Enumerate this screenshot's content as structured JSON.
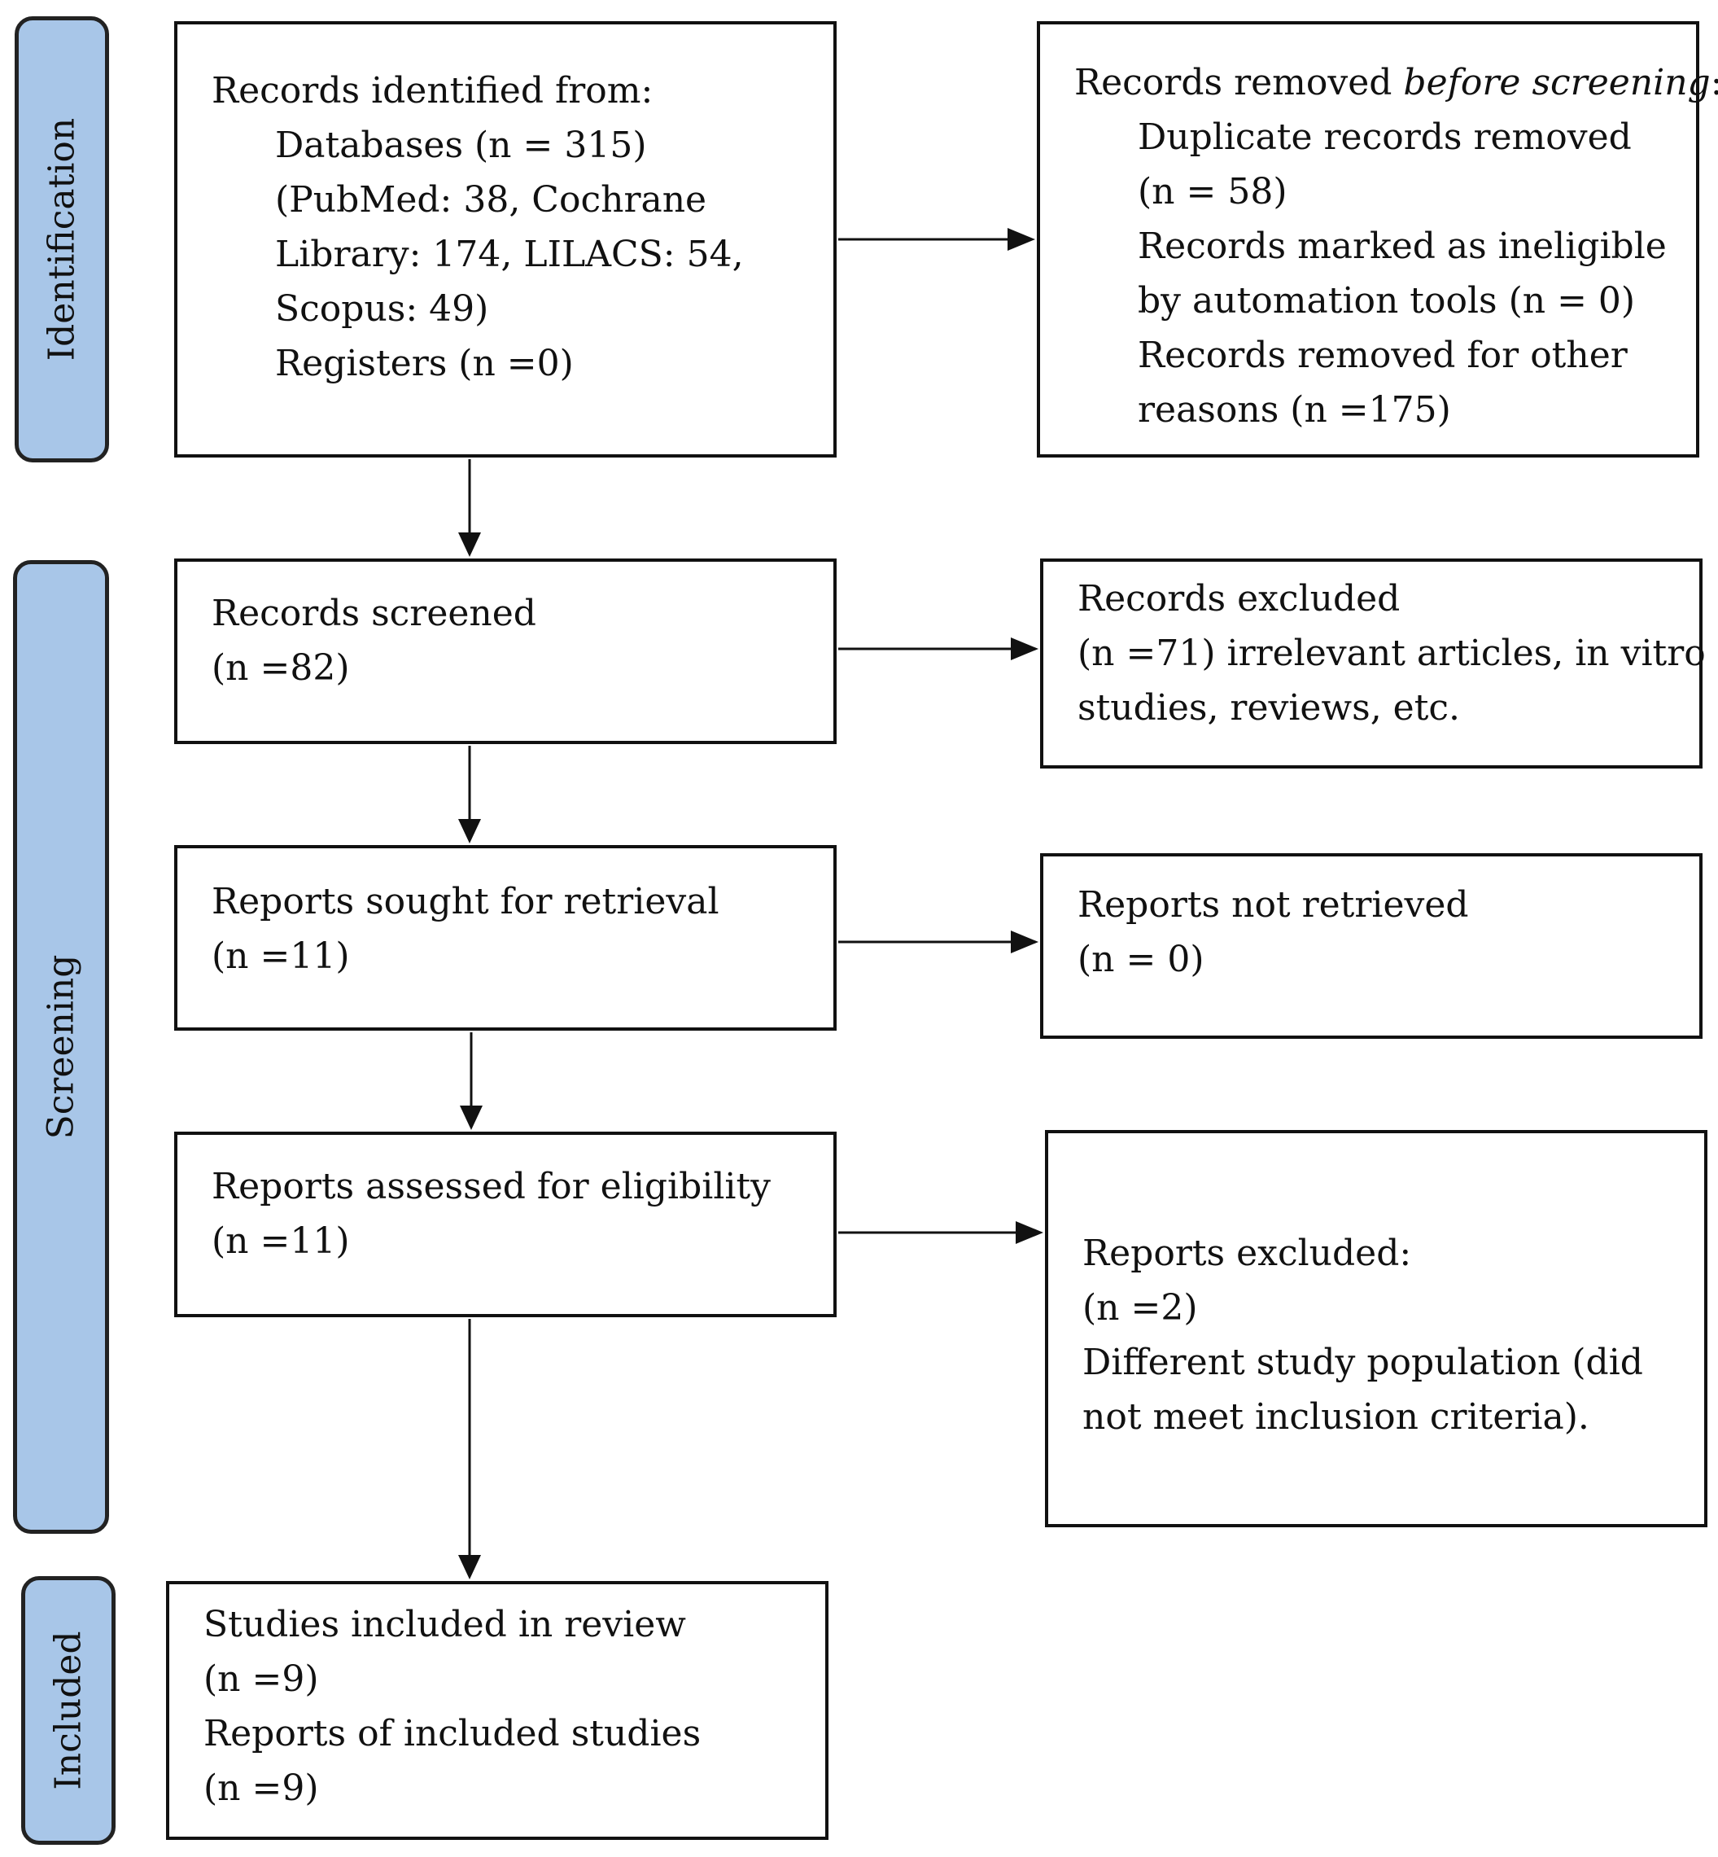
{
  "stages": {
    "identification": "Identification",
    "screening": "Screening",
    "included": "Included"
  },
  "identified": {
    "title": "Records identified from:",
    "databases": "Databases (n = 315)",
    "db_line1": "(PubMed: 38, Cochrane",
    "db_line2": "Library: 174, LILACS: 54,",
    "db_line3": "Scopus: 49)",
    "registers": "Registers (n =0)"
  },
  "removed": {
    "title_prefix": "Records removed ",
    "title_italic": "before screening",
    "title_suffix": ":",
    "duplicates": "Duplicate records removed",
    "duplicates_n": "(n = 58)",
    "ineligible_line1": "Records marked as ineligible",
    "ineligible_line2": "by automation tools (n = 0)",
    "other_line1": "Records removed for other",
    "other_line2": "reasons (n =175)"
  },
  "screened": {
    "title": "Records screened",
    "n": "(n =82)"
  },
  "excluded": {
    "title": "Records excluded",
    "line1": "(n =71) irrelevant articles, in vitro",
    "line2": "studies, reviews, etc."
  },
  "sought": {
    "title": "Reports sought for retrieval",
    "n": "(n =11)"
  },
  "not_retrieved": {
    "title": "Reports not retrieved",
    "n": "(n = 0)"
  },
  "assessed": {
    "title": "Reports assessed for eligibility",
    "n": "(n =11)"
  },
  "reports_excluded": {
    "title": "Reports excluded:",
    "n": "(n =2)",
    "reason_line1": "Different study population (did",
    "reason_line2": "not meet inclusion criteria)."
  },
  "included": {
    "studies": "Studies included in review",
    "studies_n": "(n =9)",
    "reports": "Reports of included studies",
    "reports_n": "(n =9)"
  }
}
